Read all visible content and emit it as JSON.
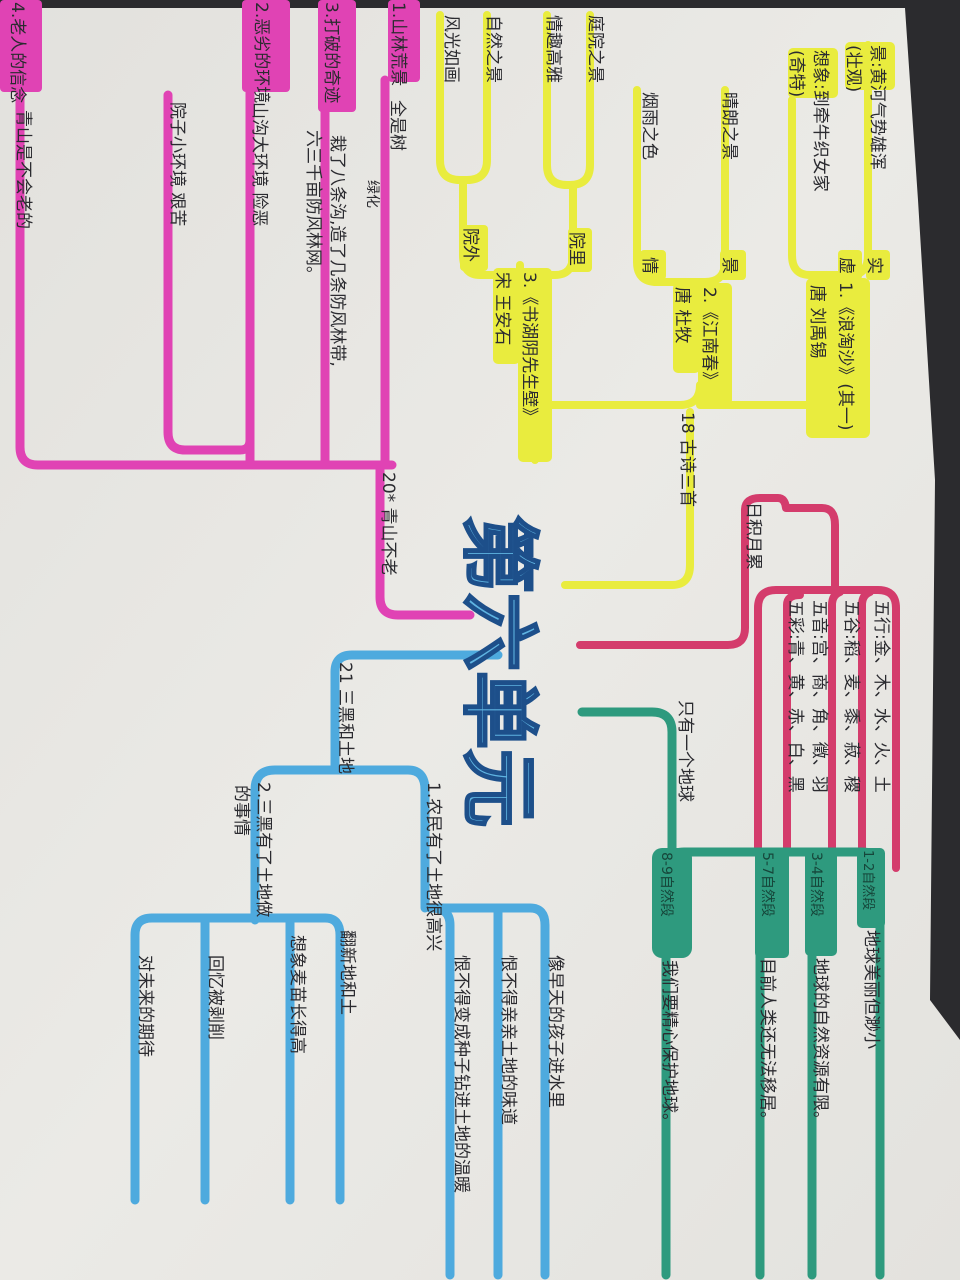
{
  "colors": {
    "paper": "#e7e6e2",
    "background": "#2b2b2e",
    "yellow": "#e9ec3e",
    "pink": "#e043b4",
    "crimson": "#d43c6c",
    "green": "#2e9a7e",
    "blue": "#4eaade",
    "ink": "#2b2b30"
  },
  "center": {
    "title": "第六单元"
  },
  "yellow_branch": {
    "label": "18 古诗三首",
    "poem1": {
      "title": "1.《浪淘沙》(其一)",
      "author": "唐 刘禹锡",
      "real": "实",
      "virtual": "虚",
      "real_text": "景:黄河气势雄浑",
      "real_note": "(壮观)",
      "virtual_text": "想象:到牵牛织女家",
      "virtual_note": "(奇特)"
    },
    "poem2": {
      "title": "2.《江南春》",
      "author": "唐 杜牧",
      "scene": "景",
      "feeling": "情",
      "scene_text": "晴朗之景",
      "feeling_text": "烟雨之色"
    },
    "poem3": {
      "title": "3.《书湖阴先生壁》",
      "author": "宋 王安石",
      "inside": "院里",
      "outside": "院外",
      "inside_1": "庭院之景",
      "inside_2": "情趣高雅",
      "outside_1": "自然之景",
      "outside_2": "风光如画"
    }
  },
  "pink_branch": {
    "label": "20* 青山不老",
    "items": [
      {
        "tag": "1.山林荒景",
        "text": "全是树"
      },
      {
        "tag": "3.打破的奇迹",
        "text": "绿化",
        "text2": "栽了八条沟,造了几条防风林带,",
        "text3": "六三千亩防风林网。"
      },
      {
        "tag": "2.恶劣的环境",
        "text": "山沟大环境  险恶",
        "text2": "院子小环境  艰苦"
      },
      {
        "tag": "4.老人的信念",
        "text": "青山是不会老的"
      }
    ]
  },
  "crimson_branch": {
    "label": "日积月累",
    "items": [
      "五行:金、木、水、火、土",
      "五谷:稻、麦、黍、菽、稷",
      "五音:宫、商、角、徵、羽",
      "五彩:青、黄、赤、白、黑"
    ]
  },
  "green_branch": {
    "label": "只有一个地球",
    "items": [
      {
        "tag": "1-2自然段",
        "text": "地球美丽但渺小"
      },
      {
        "tag": "3-4自然段",
        "text": "地球的自然资源有限。"
      },
      {
        "tag": "5-7自然段",
        "text": "目前人类还无法移居。"
      },
      {
        "tag": "8-9自然段",
        "text": "我们要精心保护地球。"
      }
    ]
  },
  "blue_branch": {
    "label": "21 三黑和土地",
    "sub1": {
      "label": "1.农民有了土地很高兴",
      "items": [
        "像早天的孩子进水里",
        "恨不得亲亲土地的味道",
        "恨不得变成种子钻进土地的温暖"
      ]
    },
    "sub2": {
      "label": "2.三黑有了土地做",
      "label2": "的事情",
      "items": [
        "翻新地和土",
        "想象麦苗长得高",
        "回忆被剥削",
        "对未来的期待"
      ]
    }
  }
}
